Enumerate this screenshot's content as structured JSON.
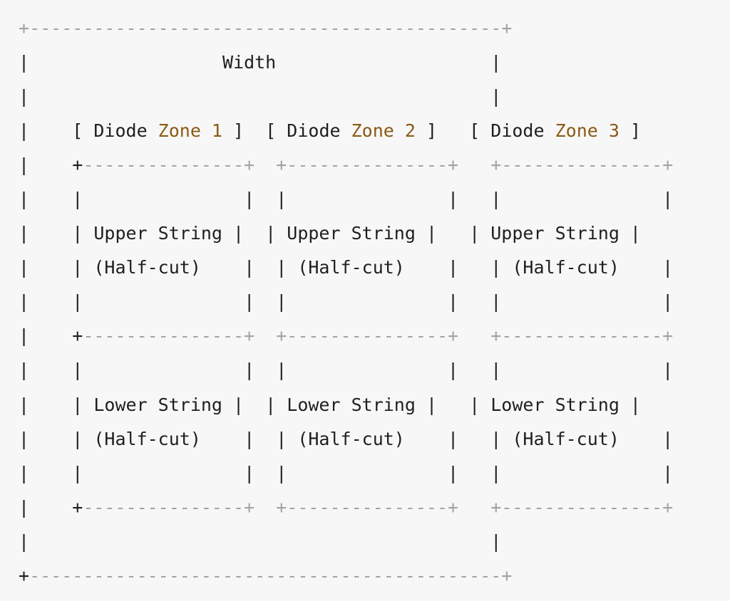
{
  "colors": {
    "background": "#f7f7f7",
    "text": "#1f1f1f",
    "highlight": "#8a5a14",
    "dashes": "#a3a3a3"
  },
  "lines": [
    [
      [
        "d",
        "+"
      ],
      [
        "d",
        "--------------------------------------------+"
      ]
    ],
    [
      [
        "t",
        "|                  Width                    |"
      ]
    ],
    [
      [
        "t",
        "|                                           |"
      ]
    ],
    [
      [
        "t",
        "|    [ Diode "
      ],
      [
        "h",
        "Zone 1"
      ],
      [
        "t",
        " ]  [ Diode "
      ],
      [
        "h",
        "Zone 2"
      ],
      [
        "t",
        " ]   [ Diode "
      ],
      [
        "h",
        "Zone 3"
      ],
      [
        "t",
        " ]"
      ]
    ],
    [
      [
        "t",
        "|    +"
      ],
      [
        "d",
        "---------------+  +---------------+   +---------------+"
      ]
    ],
    [
      [
        "t",
        "|    |               |  |               |   |               |"
      ]
    ],
    [
      [
        "t",
        "|    | Upper String |  | Upper String |   | Upper String |"
      ]
    ],
    [
      [
        "t",
        "|    | (Half-cut)    |  | (Half-cut)    |   | (Half-cut)    |"
      ]
    ],
    [
      [
        "t",
        "|    |               |  |               |   |               |"
      ]
    ],
    [
      [
        "t",
        "|    +"
      ],
      [
        "d",
        "---------------+  +---------------+   +---------------+"
      ]
    ],
    [
      [
        "t",
        "|    |               |  |               |   |               |"
      ]
    ],
    [
      [
        "t",
        "|    | Lower String |  | Lower String |   | Lower String |"
      ]
    ],
    [
      [
        "t",
        "|    | (Half-cut)    |  | (Half-cut)    |   | (Half-cut)    |"
      ]
    ],
    [
      [
        "t",
        "|    |               |  |               |   |               |"
      ]
    ],
    [
      [
        "t",
        "|    +"
      ],
      [
        "d",
        "---------------+  +---------------+   +---------------+"
      ]
    ],
    [
      [
        "t",
        "|                                           |"
      ]
    ],
    [
      [
        "t",
        "+"
      ],
      [
        "d",
        "--------------------------------------------+"
      ]
    ]
  ]
}
